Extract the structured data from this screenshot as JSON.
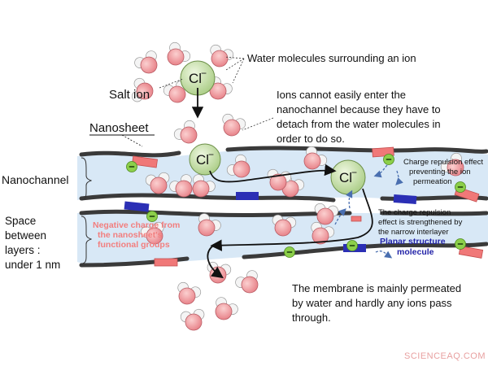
{
  "labels": {
    "water_molecules": "Water molecules surrounding an ion",
    "salt_ion": "Salt ion",
    "ions_cannot": [
      "Ions cannot easily enter the",
      "nanochannel because they have to",
      "detach from the water molecules in",
      "order to do so."
    ],
    "nanosheet": "Nanosheet",
    "nanochannel": "Nanochannel",
    "space_between": [
      "Space",
      "between",
      "layers :",
      "under 1 nm"
    ],
    "charge_repulsion_1": [
      "Charge repulsion effect",
      "preventing the ion",
      "permeation"
    ],
    "charge_repulsion_2": [
      "The charge repulsion",
      "effect is strengthened by",
      "the narrow interlayer"
    ],
    "negative_charge": [
      "Negative charge from",
      "the nanosheet's",
      "functional groups"
    ],
    "planar_structure": [
      "Planar structure",
      "molecule"
    ],
    "membrane": [
      "The membrane is mainly permeated",
      "by water and hardly any ions pass",
      "through."
    ],
    "ion_symbol": "Cl",
    "ion_charge": "−",
    "watermark": "SCIENCEAQ.COM"
  },
  "colors": {
    "channel_fill": "#d8e8f6",
    "sheet": "#3a3a3a",
    "ion_fill": "#c8e0a8",
    "water_o": "#f3a0a0",
    "water_h": "#f2f2f2",
    "neg_charge": "#8ccf4a",
    "functional_group": "#f07878",
    "planar_molecule": "#2b2fb5",
    "blue_arrow": "#4a6fb0",
    "negative_label": "#f27e7e",
    "planar_label": "#2323a8"
  }
}
